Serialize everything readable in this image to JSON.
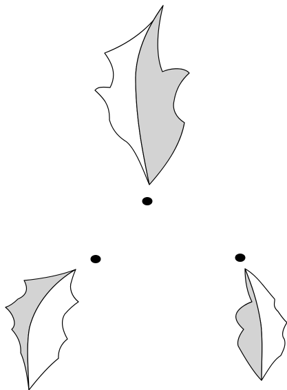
{
  "figure": {
    "colors": {
      "background": "#ffffff",
      "leaf_fill": "#ffffff",
      "leaf_shade": "#d3d3d3",
      "outline": "#000000",
      "dot": "#000000"
    },
    "leaves": [
      {
        "name": "top-leaf",
        "orientation": "upright"
      },
      {
        "name": "bottom-left-leaf",
        "orientation": "tilted-right"
      },
      {
        "name": "bottom-right-leaf",
        "orientation": "tilted-left"
      }
    ],
    "dots": [
      {
        "name": "center-dot"
      },
      {
        "name": "left-dot"
      },
      {
        "name": "right-dot"
      }
    ]
  }
}
